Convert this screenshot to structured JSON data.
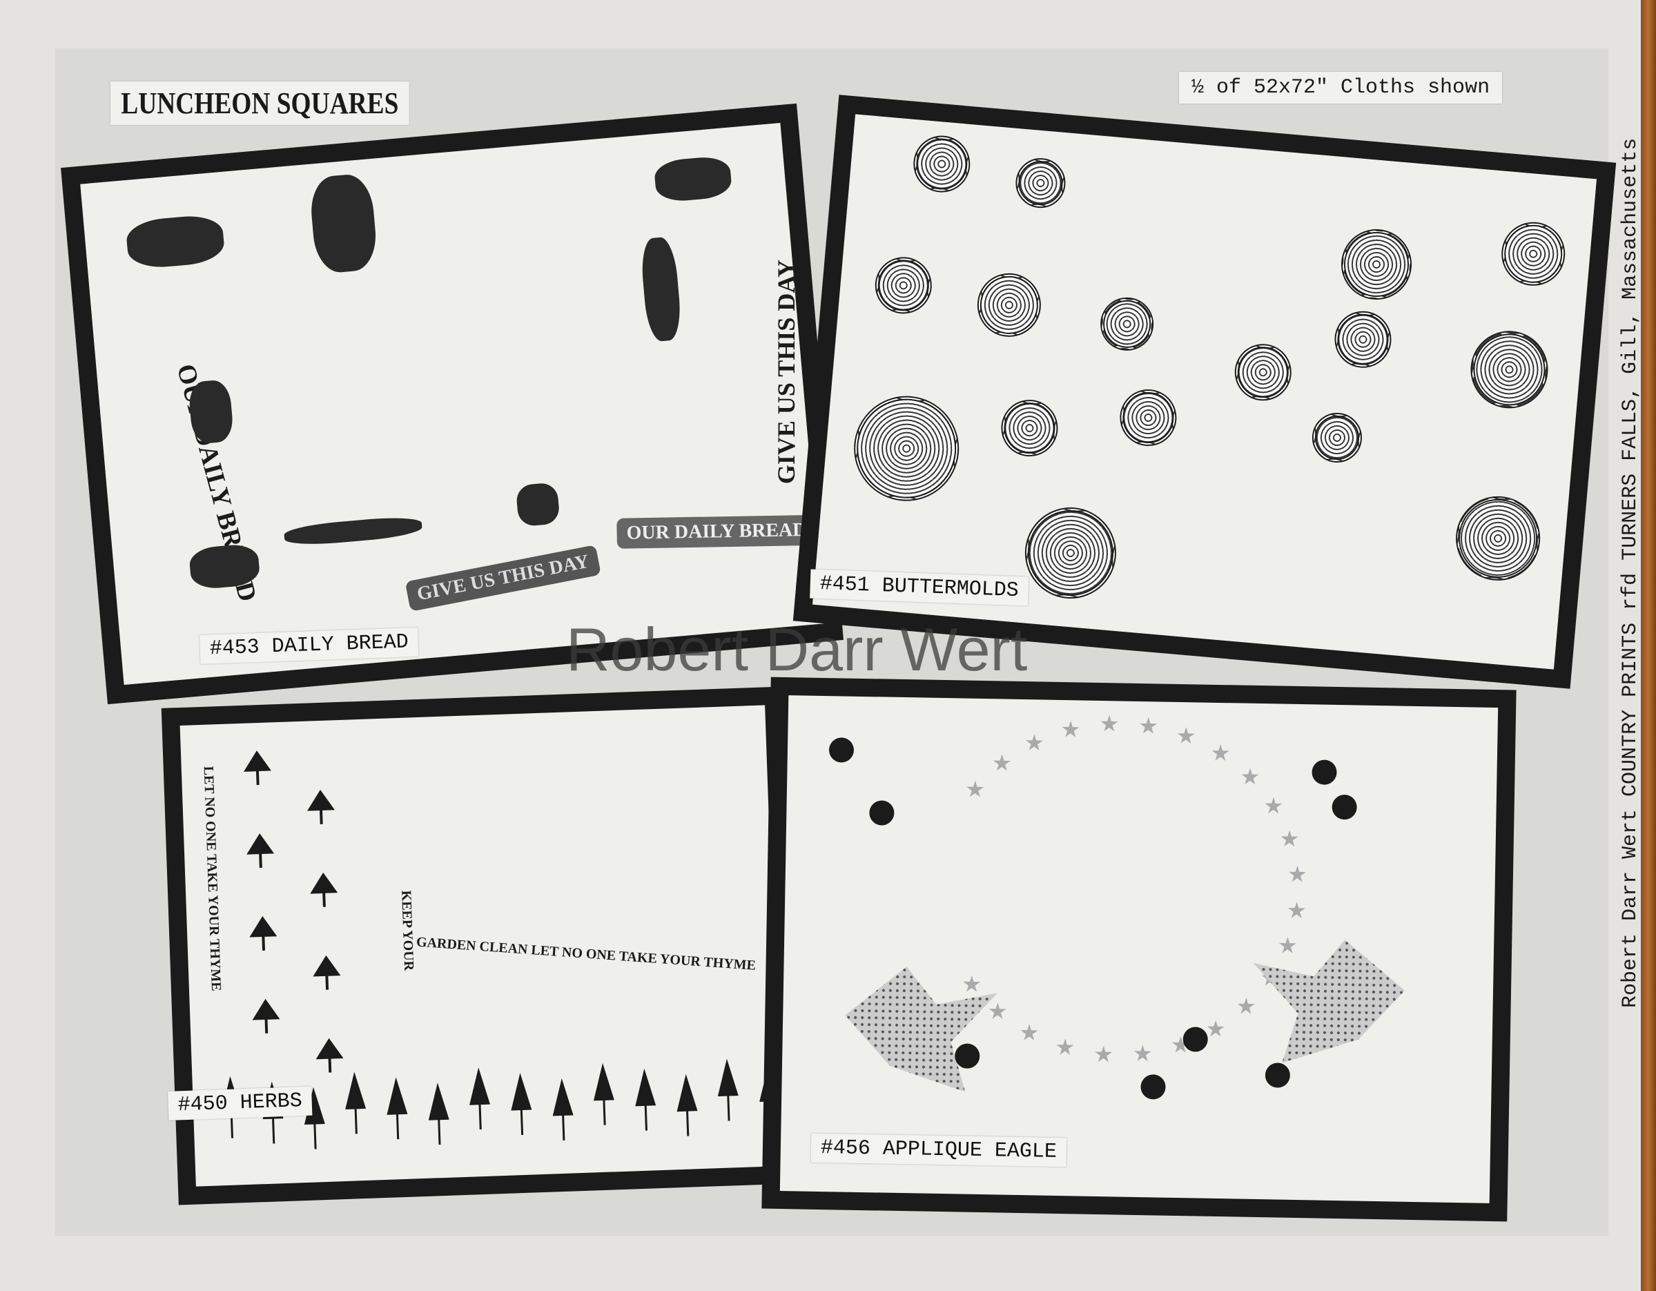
{
  "page": {
    "title": "LUNCHEON SQUARES",
    "size_note": "½ of 52x72\" Cloths shown",
    "footer": "Robert Darr Wert COUNTRY PRINTS rfd TURNERS FALLS, Gill, Massachusetts",
    "watermark": "Robert Darr Wert"
  },
  "cloths": [
    {
      "label": "#453 DAILY BREAD",
      "prints": [
        "OUR DAILY BREAD",
        "GIVE US THIS DAY",
        "GIVE US THIS DAY",
        "OUR DAILY BREAD"
      ]
    },
    {
      "label": "#451 BUTTERMOLDS"
    },
    {
      "label": "#450 HERBS",
      "prints": [
        "LET NO ONE TAKE YOUR THYME",
        "KEEP YOUR",
        "GARDEN CLEAN LET NO ONE TAKE YOUR THYME"
      ]
    },
    {
      "label": "#456 APPLIQUE EAGLE"
    }
  ],
  "colors": {
    "paper": "#e4e3df",
    "ink": "#1b1b1b",
    "gray_print": "#9a9a9a"
  }
}
